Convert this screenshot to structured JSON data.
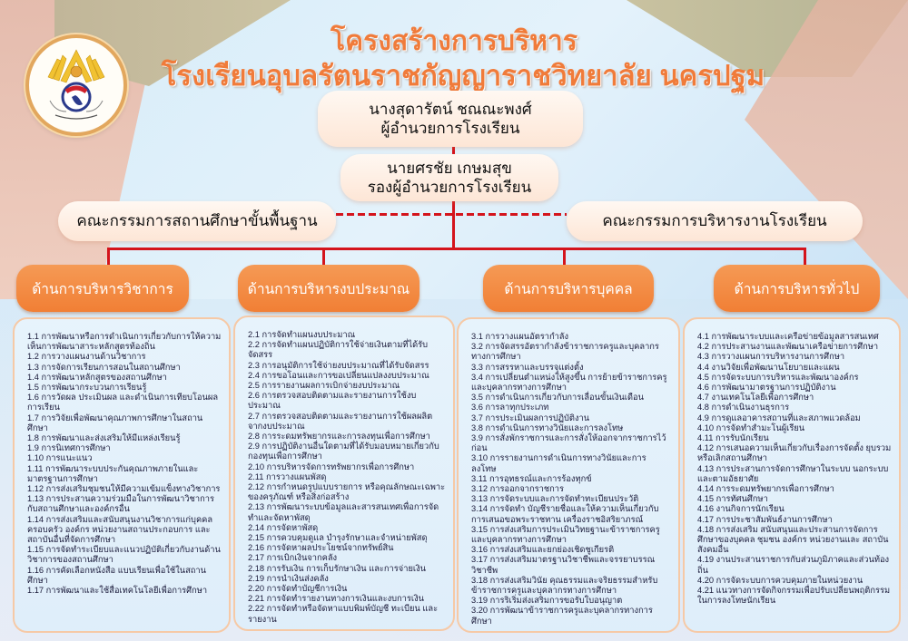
{
  "title": {
    "line1": "โครงสร้างการบริหาร",
    "line2": "โรงเรียนอุบลรัตนราชกัญญาราชวิทยาลัย นครปฐม"
  },
  "colors": {
    "title": "#f07b3a",
    "connector": "#d4141c",
    "department_fill": "#f17f35",
    "pill_fill": "#fde6d6"
  },
  "director": {
    "name": "นางสุดารัตน์  ชณณะพงศ์",
    "position": "ผู้อำนวยการโรงเรียน"
  },
  "deputy": {
    "name": "นายศรชัย  เกษมสุข",
    "position": "รองผู้อำนวยการโรงเรียน"
  },
  "committees": {
    "left": "คณะกรรมการสถานศึกษาขั้นพื้นฐาน",
    "right": "คณะกรรมการบริหารงานโรงเรียน"
  },
  "departments": [
    {
      "label": "ด้านการบริหารวิชาการ",
      "items": [
        "1.1 การพัฒนาหรือการดำเนินการเกี่ยวกับการให้ความเห็นการพัฒนาสาระหลักสูตรท้องถิ่น",
        "1.2 การวางแผนงานด้านวิชาการ",
        "1.3 การจัดการเรียนการสอนในสถานศึกษา",
        "1.4 การพัฒนาหลักสูตรของสถานศึกษา",
        "1.5 การพัฒนากระบวนการเรียนรู้",
        "1.6 การวัดผล ประเมินผล และดำเนินการเทียบโอนผลการเรียน",
        "1.7 การวิจัยเพื่อพัฒนาคุณภาพการศึกษาในสถานศึกษา",
        "1.8 การพัฒนาและส่งเสริมให้มีแหล่งเรียนรู้",
        "1.9 การนิเทศการศึกษา",
        "1.10 การแนะแนว",
        "1.11 การพัฒนาระบบประกันคุณภาพภายในและมาตรฐานการศึกษา",
        "1.12 การส่งเสริมชุมชนให้มีความเข้มแข็งทางวิชาการ",
        "1.13 การประสานความร่วมมือในการพัฒนาวิชาการกับสถานศึกษาและองค์กรอื่น",
        "1.14 การส่งเสริมและสนับสนุนงานวิชาการแก่บุคคล ครอบครัว องค์กร หน่วยงานสถานประกอบการ และสถาบันอื่นที่จัดการศึกษา",
        "1.15 การจัดทำระเบียบและแนวปฏิบัติเกี่ยวกับงานด้านวิชาการของสถานศึกษา",
        "1.16 การคัดเลือกหนังสือ แบบเรียนเพื่อใช้ในสถานศึกษา",
        "1.17 การพัฒนาและใช้สื่อเทคโนโลยีเพื่อการศึกษา"
      ]
    },
    {
      "label": "ด้านการบริหารงบประมาณ",
      "items": [
        "2.1 การจัดทำแผนงบประมาณ",
        "2.2 การจัดทำแผนปฏิบัติการใช้จ่ายเงินตามที่ได้รับจัดสรร",
        "2.3 การอนุมัติการใช้จ่ายงบประมาณที่ได้รับจัดสรร",
        "2.4 การขอโอนและการขอเปลี่ยนแปลงงบประมาณ",
        "2.5 การรายงานผลการเบิกจ่ายงบประมาณ",
        "2.6 การตรวจสอบติดตามและรายงานการใช้งบประมาณ",
        "2.7 การตรวจสอบติดตามและรายงานการใช้ผลผลิตจากงบประมาณ",
        "2.8 การระดมทรัพยากรและการลงทุนเพื่อการศึกษา",
        "2.9 การปฏิบัติงานอื่นใดตามที่ได้รับมอบหมายเกี่ยวกับกองทุนเพื่อการศึกษา",
        "2.10 การบริหารจัดการทรัพยากรเพื่อการศึกษา",
        "2.11 การวางแผนพัสดุ",
        "2.12 การกำหนดรูปแบบรายการ หรือคุณลักษณะเฉพาะของครุภัณฑ์ หรือสิ่งก่อสร้าง",
        "2.13 การพัฒนาระบบข้อมูลและสารสนเทศเพื่อการจัดทำและจัดหาพัสดุ",
        "2.14 การจัดหาพัสดุ",
        "2.15 การควบคุมดูแล บำรุงรักษาและจำหน่ายพัสดุ",
        "2.16 การจัดหาผลประโยชน์จากทรัพย์สิน",
        "2.17 การเบิกเงินจากคลัง",
        "2.18 การรับเงิน การเก็บรักษาเงิน และการจ่ายเงิน",
        "2.19 การนำเงินส่งคลัง",
        "2.20 การจัดทำบัญชีการเงิน",
        "2.21 การจัดทำรายงานทางการเงินและงบการเงิน",
        "2.22 การจัดทำหรือจัดหาแบบพิมพ์บัญชี ทะเบียน และรายงาน"
      ]
    },
    {
      "label": "ด้านการบริหารบุคคล",
      "items": [
        "3.1 การวางแผนอัตรากำลัง",
        "3.2 การจัดสรรอัตรากำลังข้าราชการครูและบุคลากรทางการศึกษา",
        "3.3 การสรรหาและบรรจุแต่งตั้ง",
        "3.4 การเปลี่ยนตำแหน่งให้สูงขึ้น การย้ายข้าราชการครูและบุคลากรทางการศึกษา",
        "3.5 การดำเนินการเกี่ยวกับการเลื่อนขั้นเงินเดือน",
        "3.6 การลาทุกประเภท",
        "3.7 การประเมินผลการปฏิบัติงาน",
        "3.8 การดำเนินการทางวินัยและการลงโทษ",
        "3.9 การสั่งพักราชการและการสั่งให้ออกจากราชการไว้ก่อน",
        "3.10 การรายงานการดำเนินการทางวินัยและการลงโทษ",
        "3.11 การอุทธรณ์และการร้องทุกข์",
        "3.12 การออกจากราชการ",
        "3.13 การจัดระบบและการจัดทำทะเบียนประวัติ",
        "3.14 การจัดทำ บัญชีรายชื่อและให้ความเห็นเกี่ยวกับการเสนอขอพระราชทาน เครื่องราชอิสริยาภรณ์",
        "3.15 การส่งเสริมการประเมินวิทยฐานะข้าราชการครูและบุคลากรทางการศึกษา",
        "3.16 การส่งเสริมและยกย่องเชิดชูเกียรติ",
        "3.17 การส่งเสริมมาตรฐานวิชาชีพและจรรยาบรรณวิชาชีพ",
        "3.18 การส่งเสริมวินัย คุณธรรมและจริยธรรมสำหรับข้าราชการครูและบุคลากรทางการศึกษา",
        "3.19 การริเริ่มส่งเสริมการขอรับใบอนุญาต",
        "3.20 การพัฒนาข้าราชการครูและบุคลากรทางการศึกษา"
      ]
    },
    {
      "label": "ด้านการบริหารทั่วไป",
      "items": [
        "4.1 การพัฒนาระบบและเครือข่ายข้อมูลสารสนเทศ",
        "4.2 การประสานงานและพัฒนาเครือข่ายการศึกษา",
        "4.3 การวางแผนการบริหารงานการศึกษา",
        "4.4 งานวิจัยเพื่อพัฒนานโยบายและแผน",
        "4.5 การจัดระบบการบริหารและพัฒนาองค์กร",
        "4.6 การพัฒนามาตรฐานการปฏิบัติงาน",
        "4.7 งานเทคโนโลยีเพื่อการศึกษา",
        "4.8 การดำเนินงานธุรการ",
        "4.9 การดูแลอาคารสถานที่และสภาพแวดล้อม",
        "4.10 การจัดทำสำมะโนผู้เรียน",
        "4.11 การรับนักเรียน",
        "4.12 การเสนอความเห็นเกี่ยวกับเรื่องการจัดตั้ง ยุบรวม หรือเลิกสถานศึกษา",
        "4.13 การประสานการจัดการศึกษาในระบบ นอกระบบและตามอัธยาศัย",
        "4.14 การระดมทรัพยากรเพื่อการศึกษา",
        "4.15 การทัศนศึกษา",
        "4.16 งานกิจการนักเรียน",
        "4.17 การประชาสัมพันธ์งานการศึกษา",
        "4.18 การส่งเสริม สนับสนุนและประสานการจัดการศึกษาของบุคคล ชุมชน องค์กร หน่วยงานและ สถาบันสังคมอื่น",
        "4.19 งานประสานราชการกับส่วนภูมิภาคและส่วนท้องถิ่น",
        "4.20 การจัดระบบการควบคุมภายในหน่วยงาน",
        "4.21 แนวทางการจัดกิจกรรมเพื่อปรับเปลี่ยนพฤติกรรมในการลงโทษนักเรียน"
      ]
    }
  ]
}
